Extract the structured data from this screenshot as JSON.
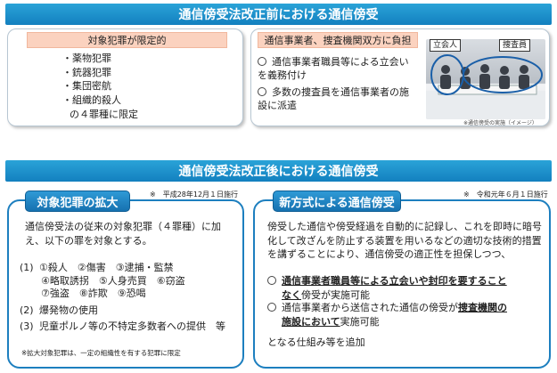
{
  "top_banner": "通信傍受法改正前における通信傍受",
  "before_left": {
    "label": "対象犯罪が限定的",
    "items": [
      "薬物犯罪",
      "銃器犯罪",
      "集団密航",
      "組織的殺人"
    ],
    "footer": "の４罪種に限定"
  },
  "before_right": {
    "label": "通信事業者、捜査機関双方に負担",
    "bullets": [
      "通信事業者職員等による立会いを義務付け",
      "多数の捜査員を通信事業者の施設に派遣"
    ],
    "photo_tag_witness": "立会人",
    "photo_tag_investigators": "捜査員",
    "photo_caption": "※通信傍受の実施（イメージ）"
  },
  "mid_banner": "通信傍受法改正後における通信傍受",
  "after_left": {
    "title": "対象犯罪の拡大",
    "date": "※　平成28年12月１日施行",
    "intro": "通信傍受法の従来の対象犯罪（４罪種）に加え、以下の罪を対象とする。",
    "list_1_num": "(1)",
    "list_1_line1": "①殺人　②傷害　③逮捕・監禁",
    "list_1_line2": "④略取誘拐　⑤人身売買　⑥窃盗",
    "list_1_line3": "⑦強盗　⑧詐欺　⑨恐喝",
    "list_2_num": "(2)",
    "list_2": "爆発物の使用",
    "list_3_num": "(3)",
    "list_3": "児童ポルノ等の不特定多数者への提供　等",
    "footnote": "※拡大対象犯罪は、一定の組織性を有する犯罪に限定"
  },
  "after_right": {
    "title": "新方式による通信傍受",
    "date": "※　令和元年６月１日施行",
    "intro": "傍受した通信や傍受経過を自動的に記録し、これを即時に暗号化して改ざんを防止する装置を用いるなどの適切な技術的措置を講ずることにより、通信傍受の適正性を担保しつつ、",
    "opt1_under": "通信事業者職員等による立会いや封印を要すること",
    "opt1_under2": "なく",
    "opt1_rest": "傍受が実施可能",
    "opt2_pre": "通信事業者から送信された通信の傍受が",
    "opt2_under": "捜査機関の",
    "opt2_under2": "施設において",
    "opt2_rest": "実施可能",
    "ending": "となる仕組み等を追加"
  },
  "colors": {
    "banner_blue": "#1a8bc9",
    "frame_blue": "#1d7fbf",
    "label_orange": "#fbd2bf"
  }
}
